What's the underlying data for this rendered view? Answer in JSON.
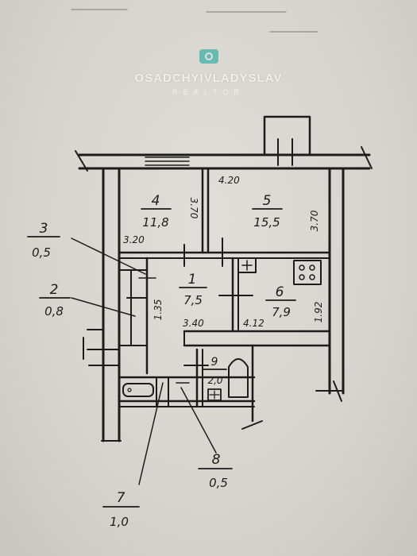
{
  "watermark": {
    "icon": "camera-icon",
    "name": "OSADCHYIVLADYSLAV",
    "subtitle": "REALTOR",
    "accent_color": "#69b9b3"
  },
  "rooms": [
    {
      "id": "1",
      "area": "7,5"
    },
    {
      "id": "2",
      "area": "0,8"
    },
    {
      "id": "3",
      "area": "0,5"
    },
    {
      "id": "4",
      "area": "11,8"
    },
    {
      "id": "5",
      "area": "15,5"
    },
    {
      "id": "6",
      "area": "7,9"
    },
    {
      "id": "7",
      "area": "1,0"
    },
    {
      "id": "8",
      "area": "0,5"
    },
    {
      "id": "9",
      "area": "2,0"
    }
  ],
  "dimensions": {
    "d1": "3.20",
    "d2": "3.70",
    "d3": "4.20",
    "d4": "3.70",
    "d5": "1.35",
    "d6": "3.40",
    "d7": "4.12",
    "d8": "1.92"
  }
}
